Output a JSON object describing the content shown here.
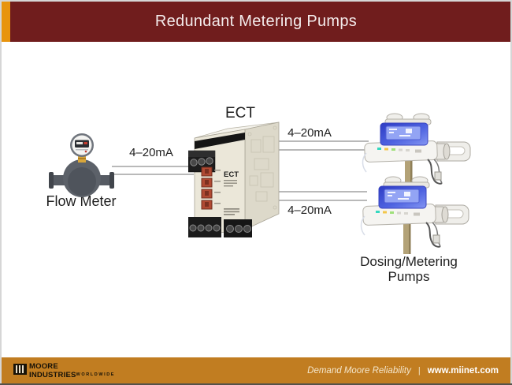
{
  "slide": {
    "title": "Redundant Metering Pumps"
  },
  "diagram": {
    "ect_heading": "ECT",
    "ect_device_text": "ECT",
    "flow_meter_label": "Flow Meter",
    "pumps_label_line1": "Dosing/Metering",
    "pumps_label_line2": "Pumps",
    "signals": [
      {
        "id": "flow-meter-to-ect",
        "label": "4–20mA"
      },
      {
        "id": "ect-to-top-pump",
        "label": "4–20mA"
      },
      {
        "id": "ect-to-bottom-pump",
        "label": "4–20mA"
      }
    ]
  },
  "footer": {
    "logo_line1": "MOORE",
    "logo_line2": "INDUSTRIES",
    "logo_line3": "WORLDWIDE",
    "tagline": "Demand Moore Reliability",
    "separator": "|",
    "website": "www.miinet.com"
  },
  "colors": {
    "header_maroon": "#701d1d",
    "accent_orange": "#e8940e",
    "footer_orange": "#c17d21",
    "wire_gray": "#b9b9b9",
    "label_text": "#1f1f1f",
    "ect_body_cream": "#ebe7d9",
    "pump_screen_blue": "#3346c8"
  }
}
